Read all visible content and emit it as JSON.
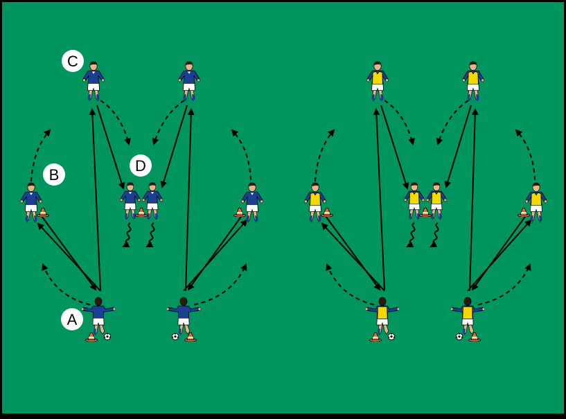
{
  "colors": {
    "pitch": "#00945e",
    "border": "#000000",
    "team_left_shirt": "#1c3f94",
    "team_right_shirt": "#1c3f94",
    "team_right_bib": "#f5d800",
    "shorts": "#ffffff",
    "skin": "#e8b48a",
    "hair": "#2a1a10",
    "cone": "#f26a1b",
    "cone_stripe": "#ffffff",
    "arrow": "#000000",
    "label_circle": "#ffffff"
  },
  "labels": {
    "a": "A",
    "b": "B",
    "c": "C",
    "d": "D"
  },
  "players": {
    "left_group": [
      {
        "role": "A",
        "kit": "blue"
      },
      {
        "role": "A",
        "kit": "blue"
      },
      {
        "role": "B",
        "kit": "blue"
      },
      {
        "role": "B",
        "kit": "blue"
      },
      {
        "role": "C",
        "kit": "blue"
      },
      {
        "role": "C",
        "kit": "blue"
      },
      {
        "role": "D",
        "kit": "blue"
      },
      {
        "role": "D",
        "kit": "blue"
      }
    ],
    "right_group": [
      {
        "role": "A",
        "kit": "yellow-bib"
      },
      {
        "role": "A",
        "kit": "yellow-bib"
      },
      {
        "role": "B",
        "kit": "yellow-bib"
      },
      {
        "role": "B",
        "kit": "yellow-bib"
      },
      {
        "role": "C",
        "kit": "yellow-bib"
      },
      {
        "role": "C",
        "kit": "yellow-bib"
      },
      {
        "role": "D",
        "kit": "yellow-bib"
      },
      {
        "role": "D",
        "kit": "yellow-bib"
      }
    ]
  },
  "icons": {
    "player": "player-figure-icon",
    "cone": "cone-icon",
    "ball": "soccer-ball-icon"
  }
}
